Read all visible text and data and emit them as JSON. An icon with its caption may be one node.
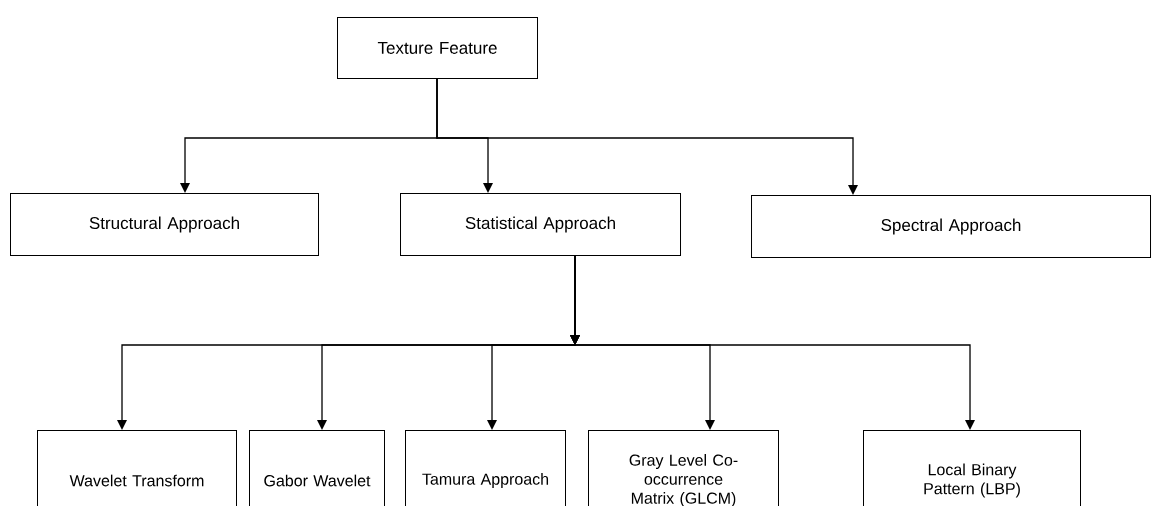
{
  "diagram": {
    "nodes": [
      {
        "text": [
          "Texture Feature"
        ]
      },
      {
        "text": [
          "Structural Approach"
        ]
      },
      {
        "text": [
          "Statistical Approach"
        ]
      },
      {
        "text": [
          "Spectral Approach"
        ]
      },
      {
        "text": [
          "Wavelet Transform"
        ]
      },
      {
        "text": [
          "Gabor Wavelet"
        ]
      },
      {
        "text": [
          "Tamura Approach"
        ]
      },
      {
        "text": [
          "Gray Level Co-occurrence Matrix (GLCM)"
        ]
      },
      {
        "text": [
          "Local Binary Pattern (LBP)"
        ]
      }
    ],
    "edges": [
      {
        "from": 0,
        "to": 1,
        "arrow": "to"
      },
      {
        "from": 0,
        "to": 2,
        "arrow": "to"
      },
      {
        "from": 0,
        "to": 3,
        "arrow": "to"
      },
      {
        "from": 2,
        "to": 4,
        "arrow": "to"
      },
      {
        "from": 2,
        "to": 5,
        "arrow": "to"
      },
      {
        "from": 2,
        "to": 6,
        "arrow": "to"
      },
      {
        "from": 2,
        "to": 7,
        "arrow": "to"
      },
      {
        "from": 2,
        "to": 8,
        "arrow": "to"
      }
    ]
  }
}
